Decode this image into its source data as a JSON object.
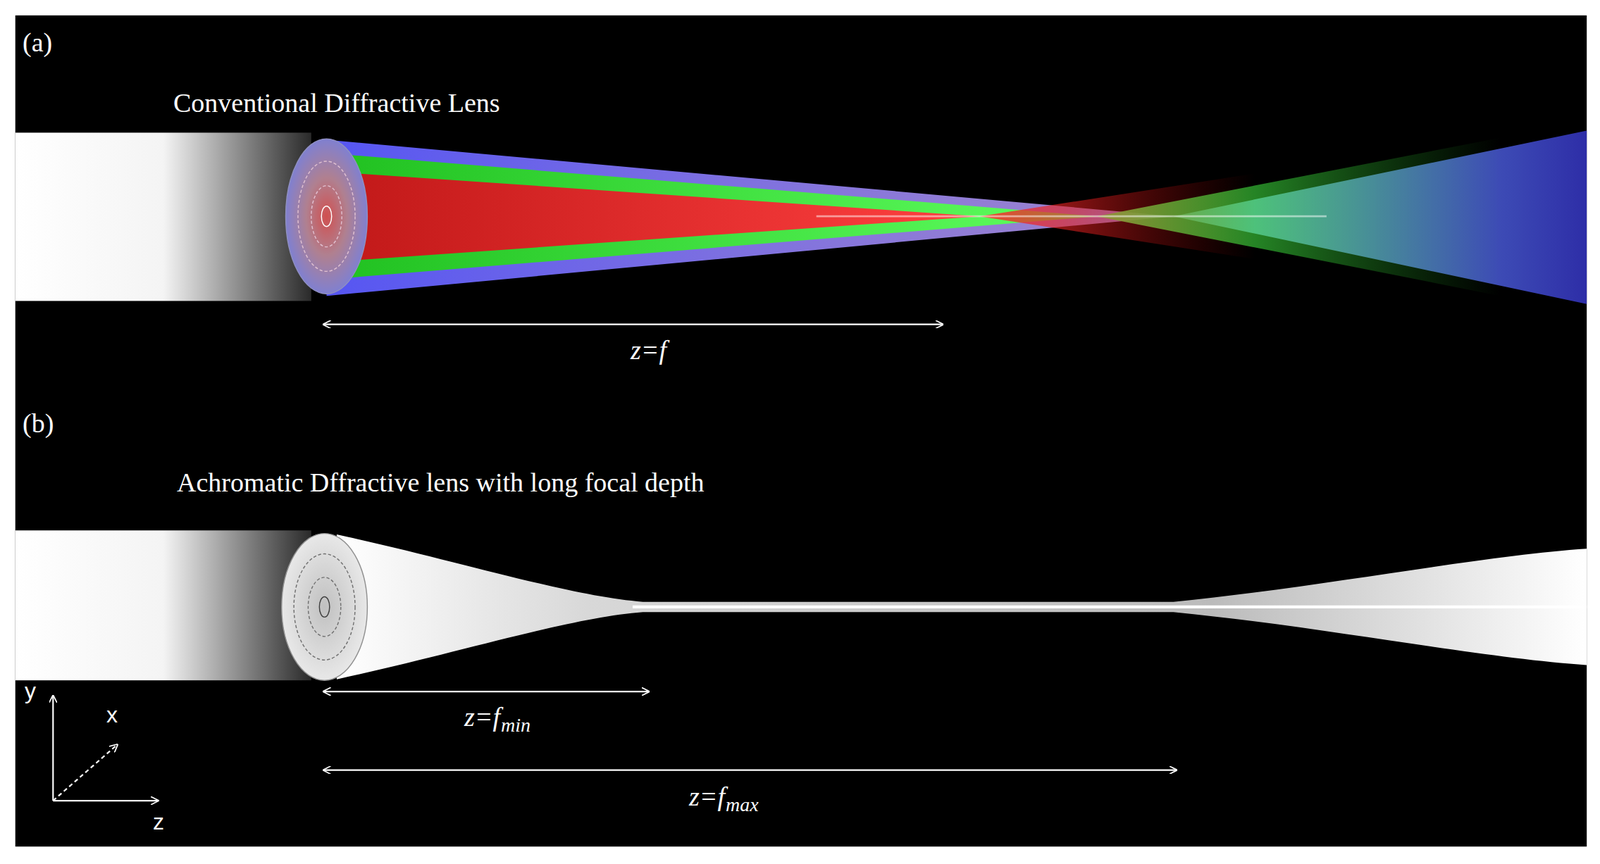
{
  "diagram": {
    "labels": [
      "(a)",
      "Conventional  Diffractive Lens",
      "z=f",
      "(b)",
      "Achromatic Dffractive lens with long focal depth",
      "z=f",
      "min",
      "z=f",
      "max",
      "y",
      "x",
      "z"
    ]
  }
}
